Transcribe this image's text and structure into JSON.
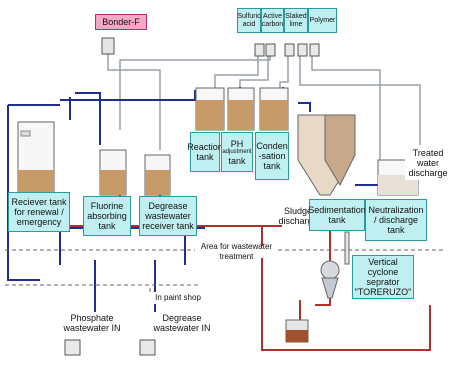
{
  "labels": {
    "bonder": "Bonder-F",
    "chemicals": [
      "Sulfuric\nacid",
      "Active\ncarbon",
      "Slaked\nlime",
      "Polymer"
    ],
    "reaction_tank": "Reaction\ntank",
    "ph_tank_top": "PH",
    "ph_tank_sub": "adjustment",
    "ph_tank_bottom": "tank",
    "condensation_tank": "Conden\n-sation\ntank",
    "treated_water": "Treated\nwater\ndischarge",
    "receiver_tank": "Reciever tank\nfor renewal /\nemergency",
    "fluorine_tank": "Fluorine\nabsorbing\ntank",
    "degrease_receiver": "Degrease\nwastewater\nreceiver tank",
    "sludge_discharge": "Sludge\ndischarge",
    "sedimentation_tank": "Sedimentation\ntank",
    "neutralization_tank": "Neutralization\n/ discharge\ntank",
    "area_treatment": "Area for wastewater treatment",
    "in_paint_shop": "In paint shop",
    "phosphate_in": "Phosphate\nwastewater IN",
    "degrease_in": "Degrease\nwastewater IN",
    "cyclone": "Vertical\ncyclone\nseprator\n\"TORERUZO\""
  },
  "colors": {
    "label_fill": "#bfeff0",
    "label_border": "#2a9aa0",
    "bonder_fill": "#f4a8c8",
    "pipe_blue": "#1f2f8a",
    "pipe_red": "#b0302a",
    "pipe_gray": "#9aa0a8",
    "liquid": "#c79a6a",
    "sludge": "#a0522d"
  }
}
